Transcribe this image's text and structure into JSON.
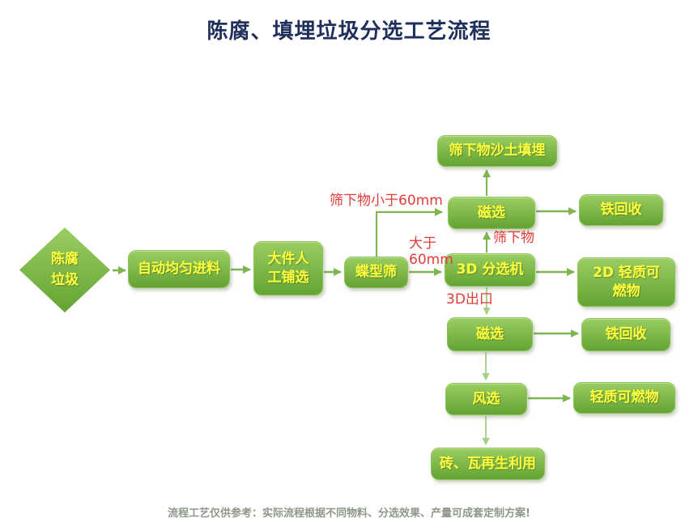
{
  "title": "陈腐、填埋垃圾分选工艺流程",
  "footer": "流程工艺仅供参考：实际流程根据不同物料、分选效果、产量可成套定制方案!",
  "colors": {
    "title": "#1f2f5c",
    "footer": "#8f978a",
    "label": "#e23c38",
    "box_top": "#9bcd62",
    "box_bottom": "#63a433",
    "box_text": "#ffff3d",
    "arrow_strong": "#7fb551",
    "arrow_soft": "#a5cd84"
  },
  "nodes": {
    "start": {
      "label": "陈腐\n垃圾"
    },
    "feed": {
      "label": "自动均匀进料"
    },
    "manual_pick": {
      "label": "大件人\n工铺选"
    },
    "disc_screen": {
      "label": "蝶型筛"
    },
    "landfill": {
      "label": "筛下物沙土填埋"
    },
    "magnet1": {
      "label": "磁选"
    },
    "iron1": {
      "label": "铁回收"
    },
    "sorter_3d": {
      "label": "3D 分选机"
    },
    "light_2d": {
      "label": "2D 轻质可\n燃物"
    },
    "magnet2": {
      "label": "磁选"
    },
    "iron2": {
      "label": "铁回收"
    },
    "air_sorter": {
      "label": "风选"
    },
    "light_fuel": {
      "label": "轻质可燃物"
    },
    "brick_reuse": {
      "label": "砖、瓦再生利用"
    }
  },
  "edge_labels": {
    "under_60": "筛下物小于60mm",
    "over_60": "大于\n60mm",
    "screen_under": "筛下物",
    "outlet_3d": "3D出口"
  }
}
